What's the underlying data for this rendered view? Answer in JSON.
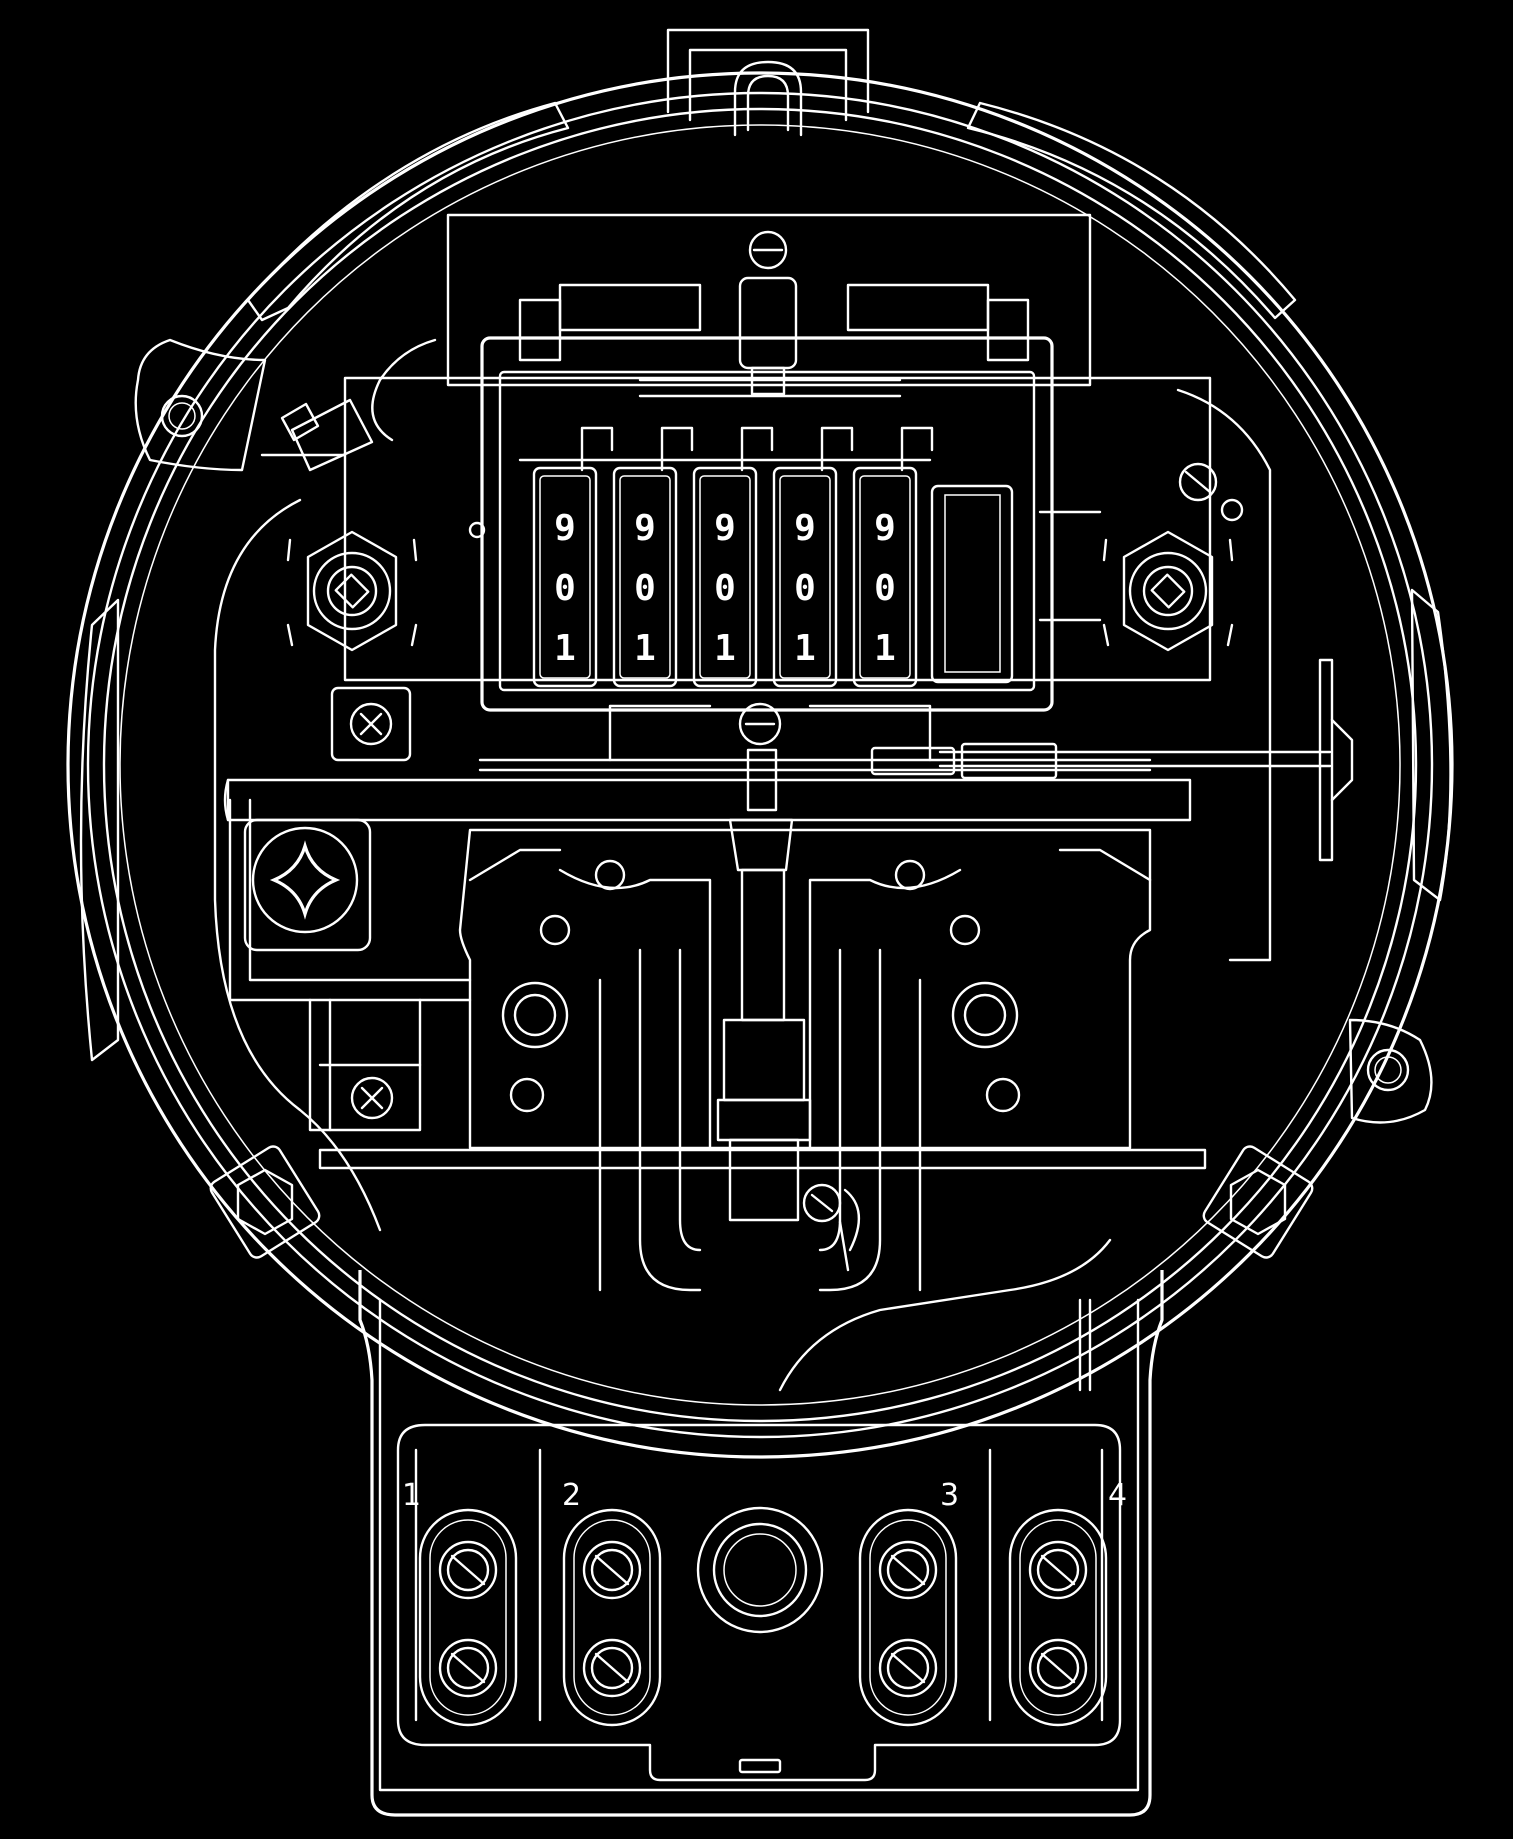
{
  "counter": {
    "digits": [
      {
        "top": "9",
        "middle": "0",
        "bottom": "1"
      },
      {
        "top": "9",
        "middle": "0",
        "bottom": "1"
      },
      {
        "top": "9",
        "middle": "0",
        "bottom": "1"
      },
      {
        "top": "9",
        "middle": "0",
        "bottom": "1"
      },
      {
        "top": "9",
        "middle": "0",
        "bottom": "1"
      }
    ]
  },
  "terminals": [
    "1",
    "2",
    "3",
    "4"
  ],
  "colors": {
    "background": "#000000",
    "line": "#ffffff"
  }
}
